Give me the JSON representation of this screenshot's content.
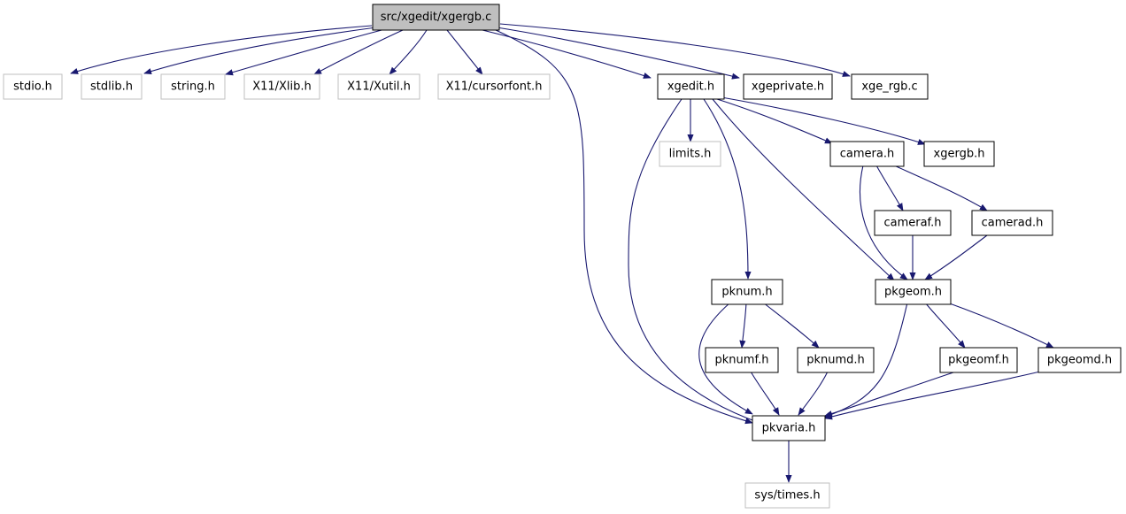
{
  "colors": {
    "edge": "#191970",
    "root_fill": "#bfbfbf",
    "local_border": "#000000",
    "system_border": "#bfbfbf"
  },
  "nodes": {
    "xgergb_c": "src/xgedit/xgergb.c",
    "stdio_h": "stdio.h",
    "stdlib_h": "stdlib.h",
    "string_h": "string.h",
    "xlib_h": "X11/Xlib.h",
    "xutil_h": "X11/Xutil.h",
    "cursorfont_h": "X11/cursorfont.h",
    "xgedit_h": "xgedit.h",
    "xgeprivate_h": "xgeprivate.h",
    "xge_rgb_c": "xge_rgb.c",
    "limits_h": "limits.h",
    "camera_h": "camera.h",
    "xgergb_h": "xgergb.h",
    "cameraf_h": "cameraf.h",
    "camerad_h": "camerad.h",
    "pknum_h": "pknum.h",
    "pkgeom_h": "pkgeom.h",
    "pknumf_h": "pknumf.h",
    "pknumd_h": "pknumd.h",
    "pkgeomf_h": "pkgeomf.h",
    "pkgeomd_h": "pkgeomd.h",
    "pkvaria_h": "pkvaria.h",
    "sys_times_h": "sys/times.h"
  }
}
